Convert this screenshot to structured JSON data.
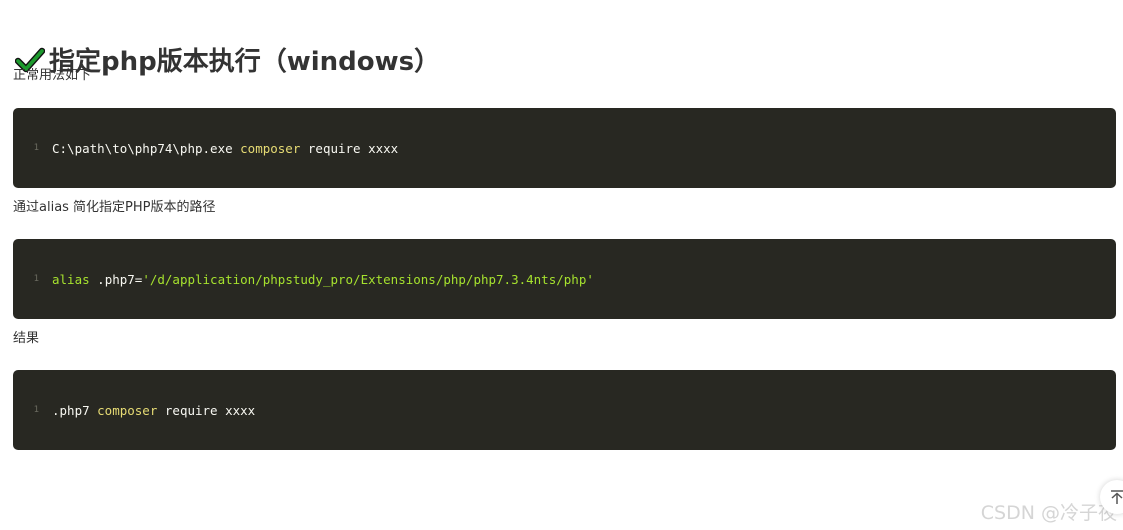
{
  "heading": {
    "text": "指定php版本执行（windows）",
    "icon": "check-icon",
    "icon_color": "#1d9a2e"
  },
  "paragraphs": [
    "正常用法如下",
    "通过alias 简化指定PHP版本的路径",
    "结果"
  ],
  "code_blocks": [
    {
      "line_number": "1",
      "tokens": [
        {
          "text": "C:\\path\\to\\php74\\php.exe ",
          "color": "#f8f8f2"
        },
        {
          "text": "composer",
          "color": "#e6db74"
        },
        {
          "text": " require xxxx",
          "color": "#f8f8f2"
        }
      ]
    },
    {
      "line_number": "1",
      "tokens": [
        {
          "text": "alias",
          "color": "#a6e22e"
        },
        {
          "text": " .php7=",
          "color": "#f8f8f2"
        },
        {
          "text": "'/d/application/phpstudy_pro/Extensions/php/php7.3.4nts/php'",
          "color": "#a6e22e"
        }
      ]
    },
    {
      "line_number": "1",
      "tokens": [
        {
          "text": ".php7 ",
          "color": "#f8f8f2"
        },
        {
          "text": "composer",
          "color": "#e6db74"
        },
        {
          "text": " require xxxx",
          "color": "#f8f8f2"
        }
      ]
    }
  ],
  "code_background": "#282822",
  "watermark": "CSDN @冷子夜",
  "back_to_top_icon": "back-to-top-icon"
}
